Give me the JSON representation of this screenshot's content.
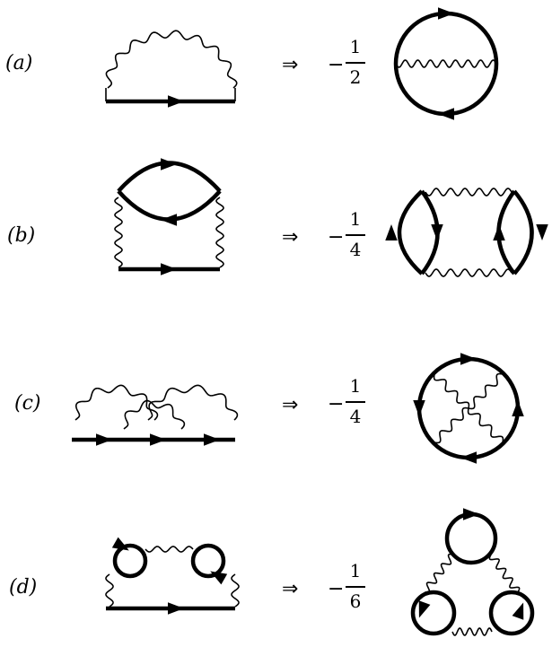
{
  "diagrams": [
    {
      "label": "(a)",
      "arrow": "⇒",
      "sign": "−",
      "numerator": "1",
      "denominator": "2"
    },
    {
      "label": "(b)",
      "arrow": "⇒",
      "sign": "−",
      "numerator": "1",
      "denominator": "4"
    },
    {
      "label": "(c)",
      "arrow": "⇒",
      "sign": "−",
      "numerator": "1",
      "denominator": "4"
    },
    {
      "label": "(d)",
      "arrow": "⇒",
      "sign": "−",
      "numerator": "1",
      "denominator": "6"
    }
  ]
}
